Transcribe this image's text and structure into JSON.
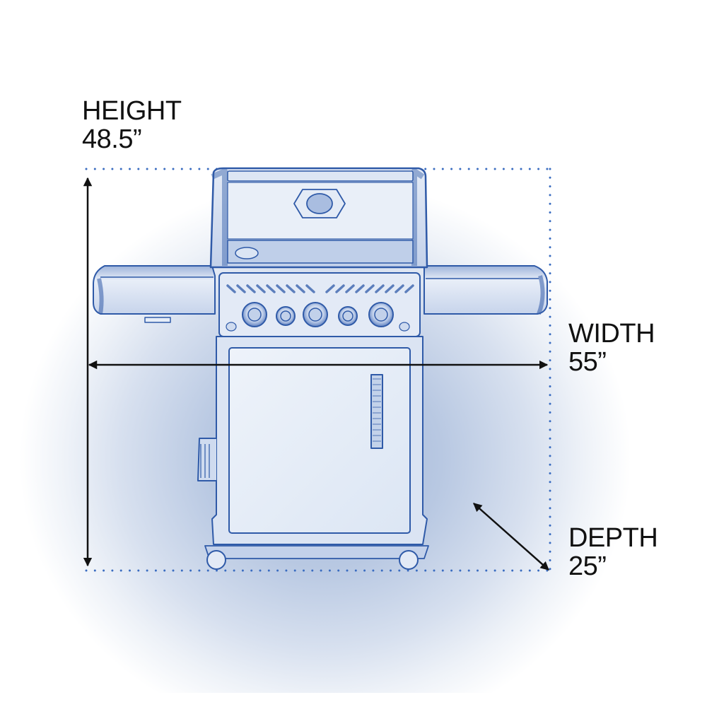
{
  "dimensions": {
    "height": {
      "label": "HEIGHT",
      "value": "48.5”"
    },
    "width": {
      "label": "WIDTH",
      "value": "55”"
    },
    "depth": {
      "label": "DEPTH",
      "value": "25”"
    }
  },
  "colors": {
    "sketch_blue": "#2f5aa8",
    "guide_dots": "#3a6cc0",
    "arrow": "#111111",
    "glow": "#9fb4d6"
  },
  "product": {
    "control_knobs": 5
  }
}
